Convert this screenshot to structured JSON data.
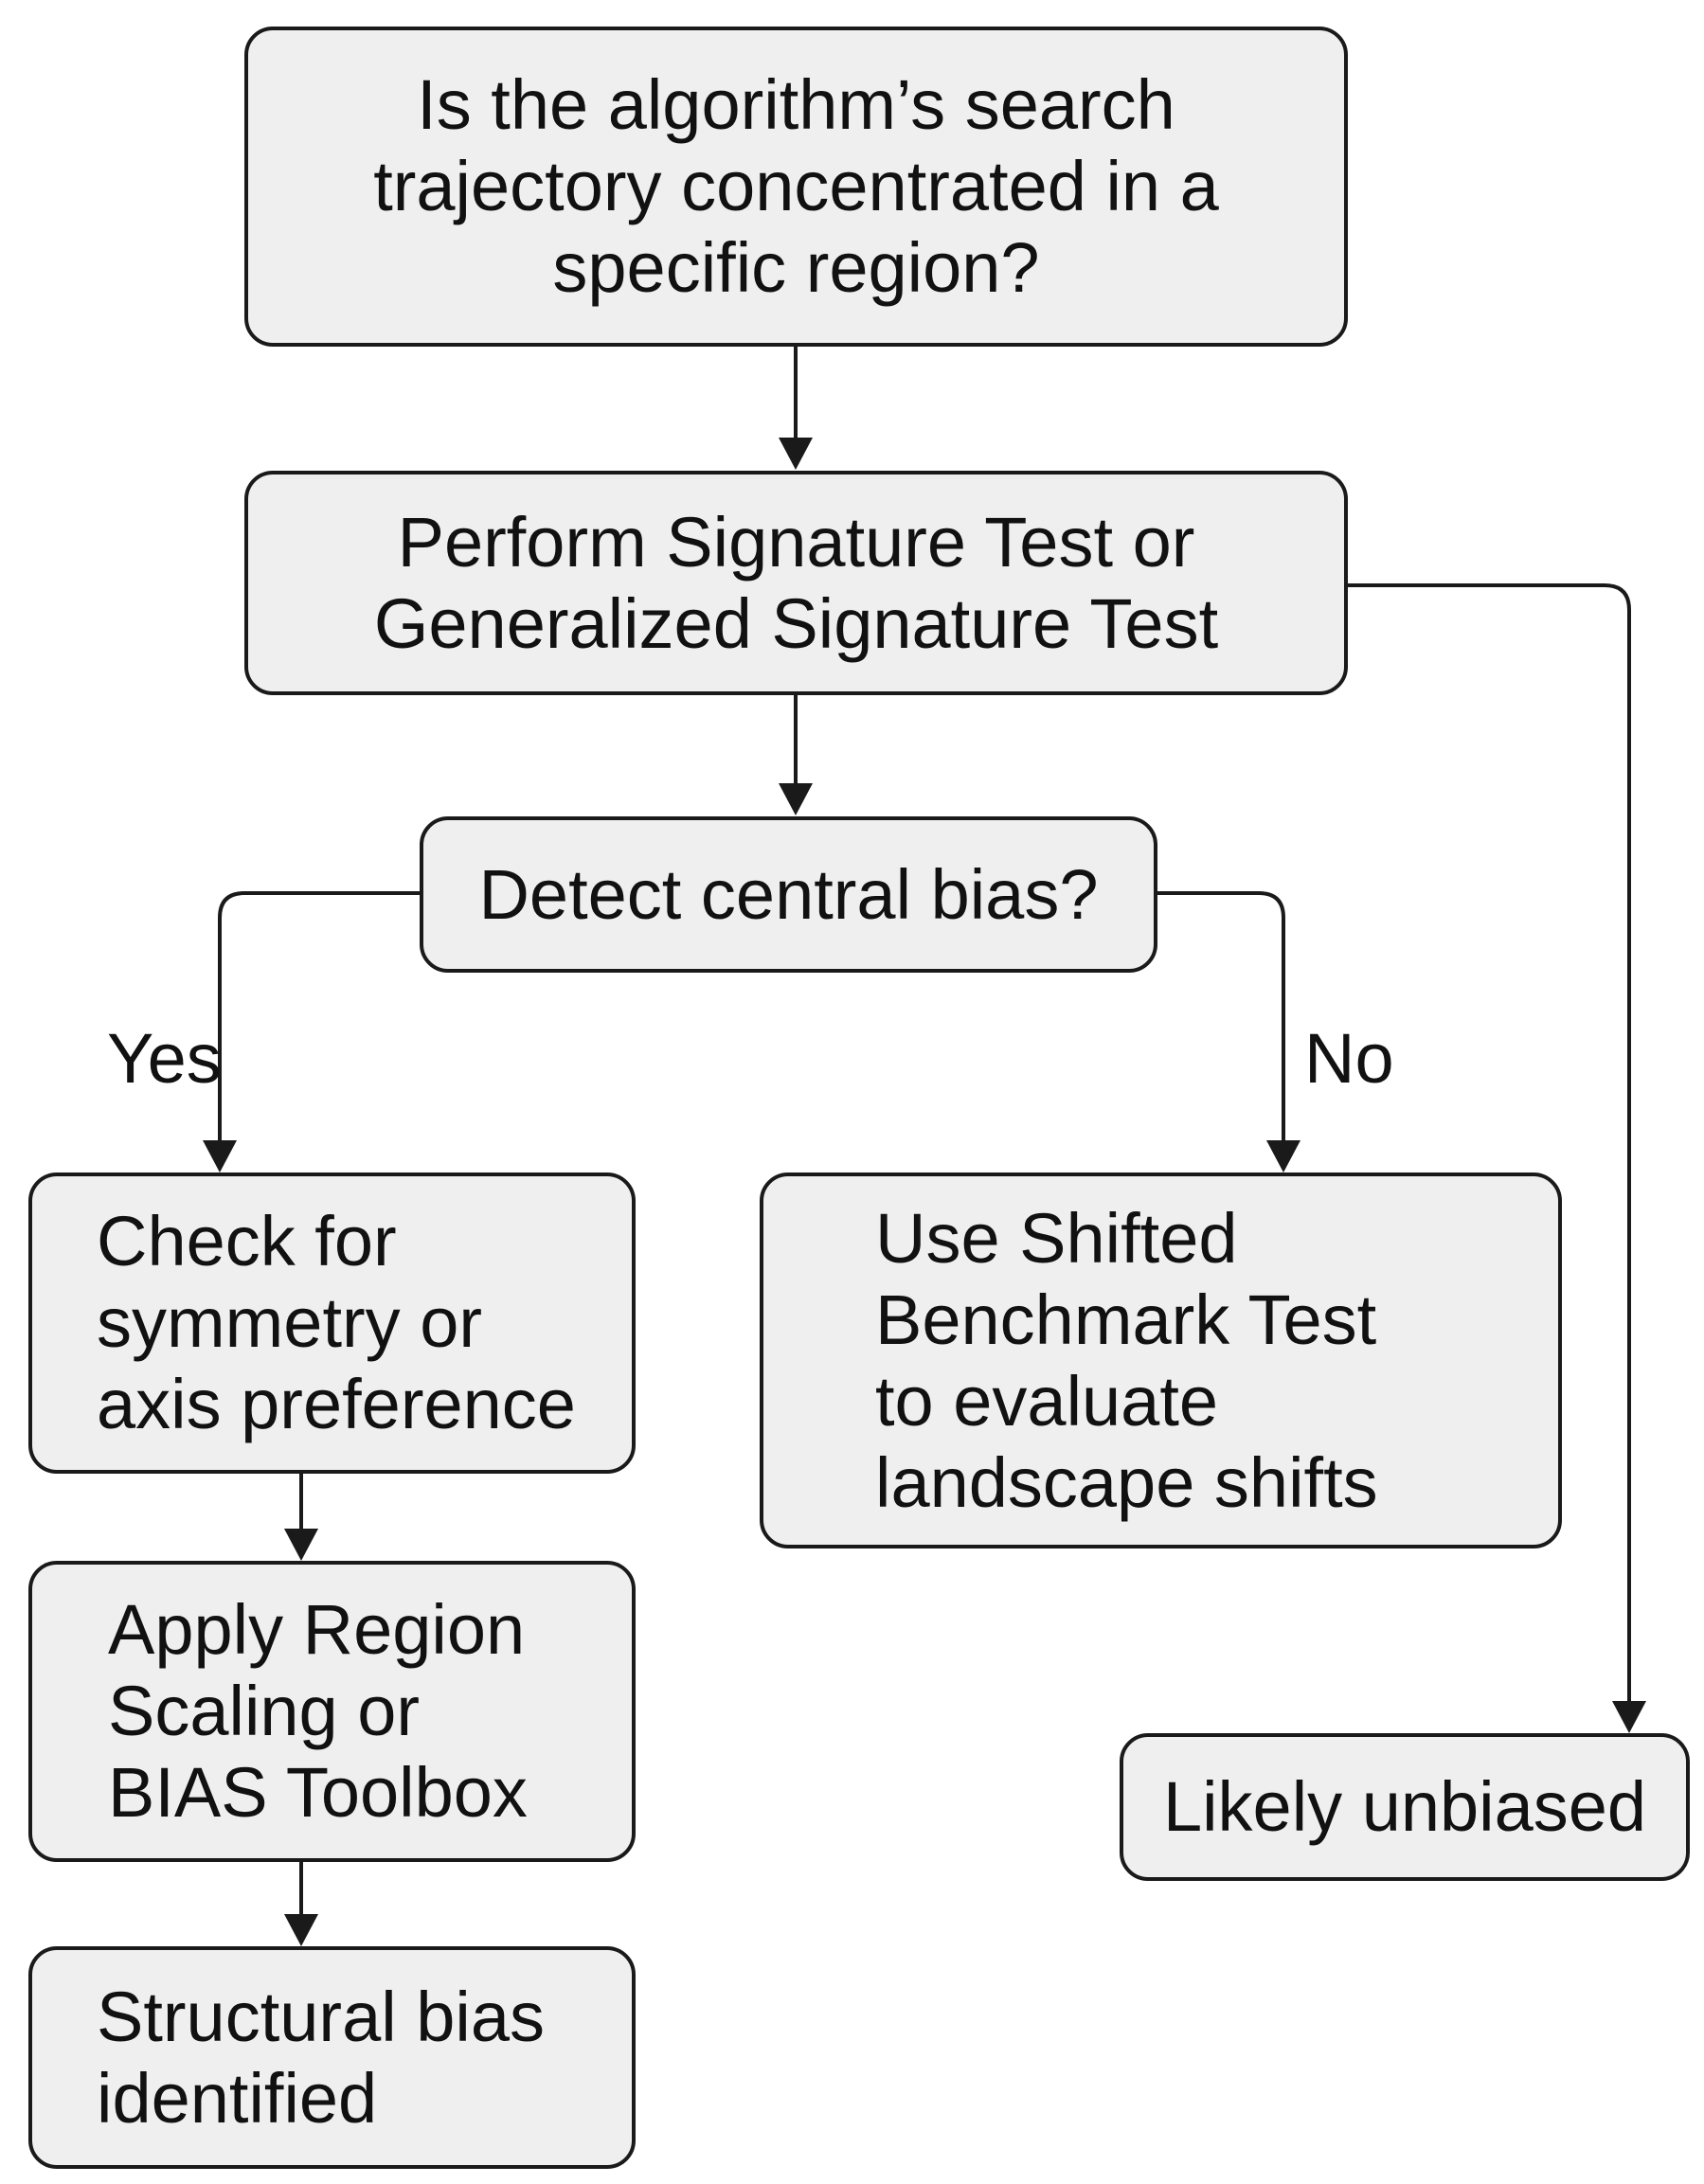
{
  "nodes": {
    "question": "Is the algorithm’s search\ntrajectory concentrated in a\nspecific region?",
    "signature_test": "Perform Signature Test or\nGeneralized Signature Test",
    "central_bias": "Detect central bias?",
    "symmetry": "Check for\nsymmetry or\naxis preference",
    "shifted_benchmark": "Use Shifted\nBenchmark Test\nto evaluate\nlandscape  shifts",
    "region_scaling": "Apply Region\nScaling or\nBIAS Toolbox",
    "structural_bias": "Structural bias\nidentified",
    "unbiased": "Likely unbiased"
  },
  "edge_labels": {
    "yes": "Yes",
    "no": "No"
  },
  "colors": {
    "node_fill": "#efefef",
    "stroke": "#1a1a1a",
    "background": "#ffffff"
  }
}
